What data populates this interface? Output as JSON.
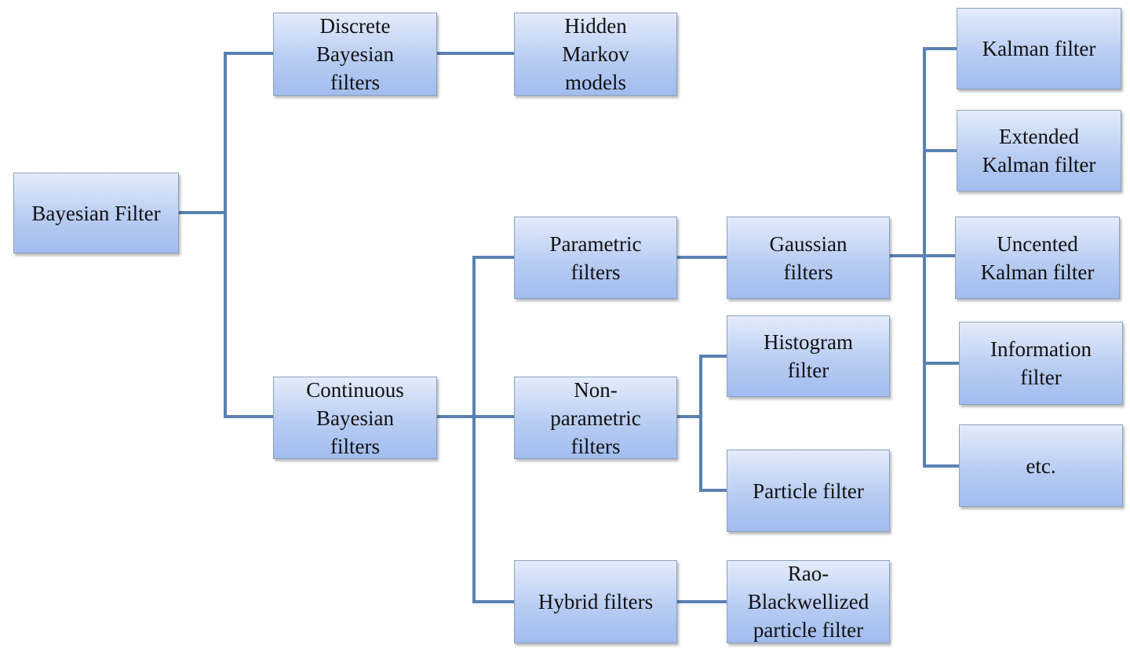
{
  "diagram": {
    "nodes": {
      "bayesian_filter": "Bayesian Filter",
      "discrete": "Discrete\nBayesian\nfilters",
      "hmm": "Hidden\nMarkov\nmodels",
      "continuous": "Continuous\nBayesian\nfilters",
      "parametric": "Parametric\nfilters",
      "nonparametric": "Non-\nparametric\nfilters",
      "hybrid": "Hybrid filters",
      "gaussian": "Gaussian\nfilters",
      "histogram": "Histogram\nfilter",
      "particle": "Particle filter",
      "rao": "Rao-\nBlackwellized\nparticle filter",
      "kalman": "Kalman filter",
      "ekf": "Extended\nKalman filter",
      "ukf": "Uncented\nKalman filter",
      "information": "Information\nfilter",
      "etc": "etc."
    },
    "colors": {
      "connector": "#5b81b3",
      "box_top": "#e4ecfb",
      "box_bottom": "#a2bcef",
      "box_border": "#8aa2bf"
    }
  }
}
